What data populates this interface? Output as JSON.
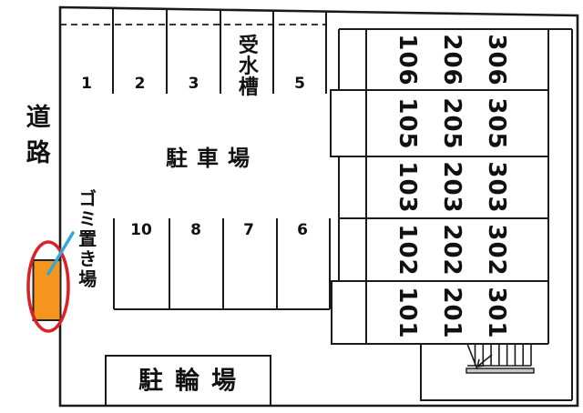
{
  "site_plan": {
    "road_label": "道路",
    "parking_area_label": "駐車場",
    "bicycle_parking_label": "駐輪場",
    "garbage_area_label": "ゴミ置き場",
    "water_tank_label": "受水槽",
    "top_row_stalls": [
      "1",
      "2",
      "3",
      "5"
    ],
    "bottom_row_stalls": [
      "10",
      "8",
      "7",
      "6"
    ],
    "building_rows": [
      [
        "106",
        "206",
        "306"
      ],
      [
        "105",
        "205",
        "305"
      ],
      [
        "103",
        "203",
        "303"
      ],
      [
        "102",
        "202",
        "302"
      ],
      [
        "101",
        "201",
        "301"
      ]
    ]
  },
  "colors": {
    "line": "#1a1a1a",
    "garbage_bin_fill": "#f7941d",
    "highlight_red": "#dd1f26",
    "pointer_blue": "#2fa8df",
    "stairs_base_gray": "#c8c8c8"
  },
  "icons": {
    "stairs": "stairs-icon",
    "garbage_highlight": "highlight-ellipse-icon",
    "pointer": "pointer-line-icon"
  }
}
